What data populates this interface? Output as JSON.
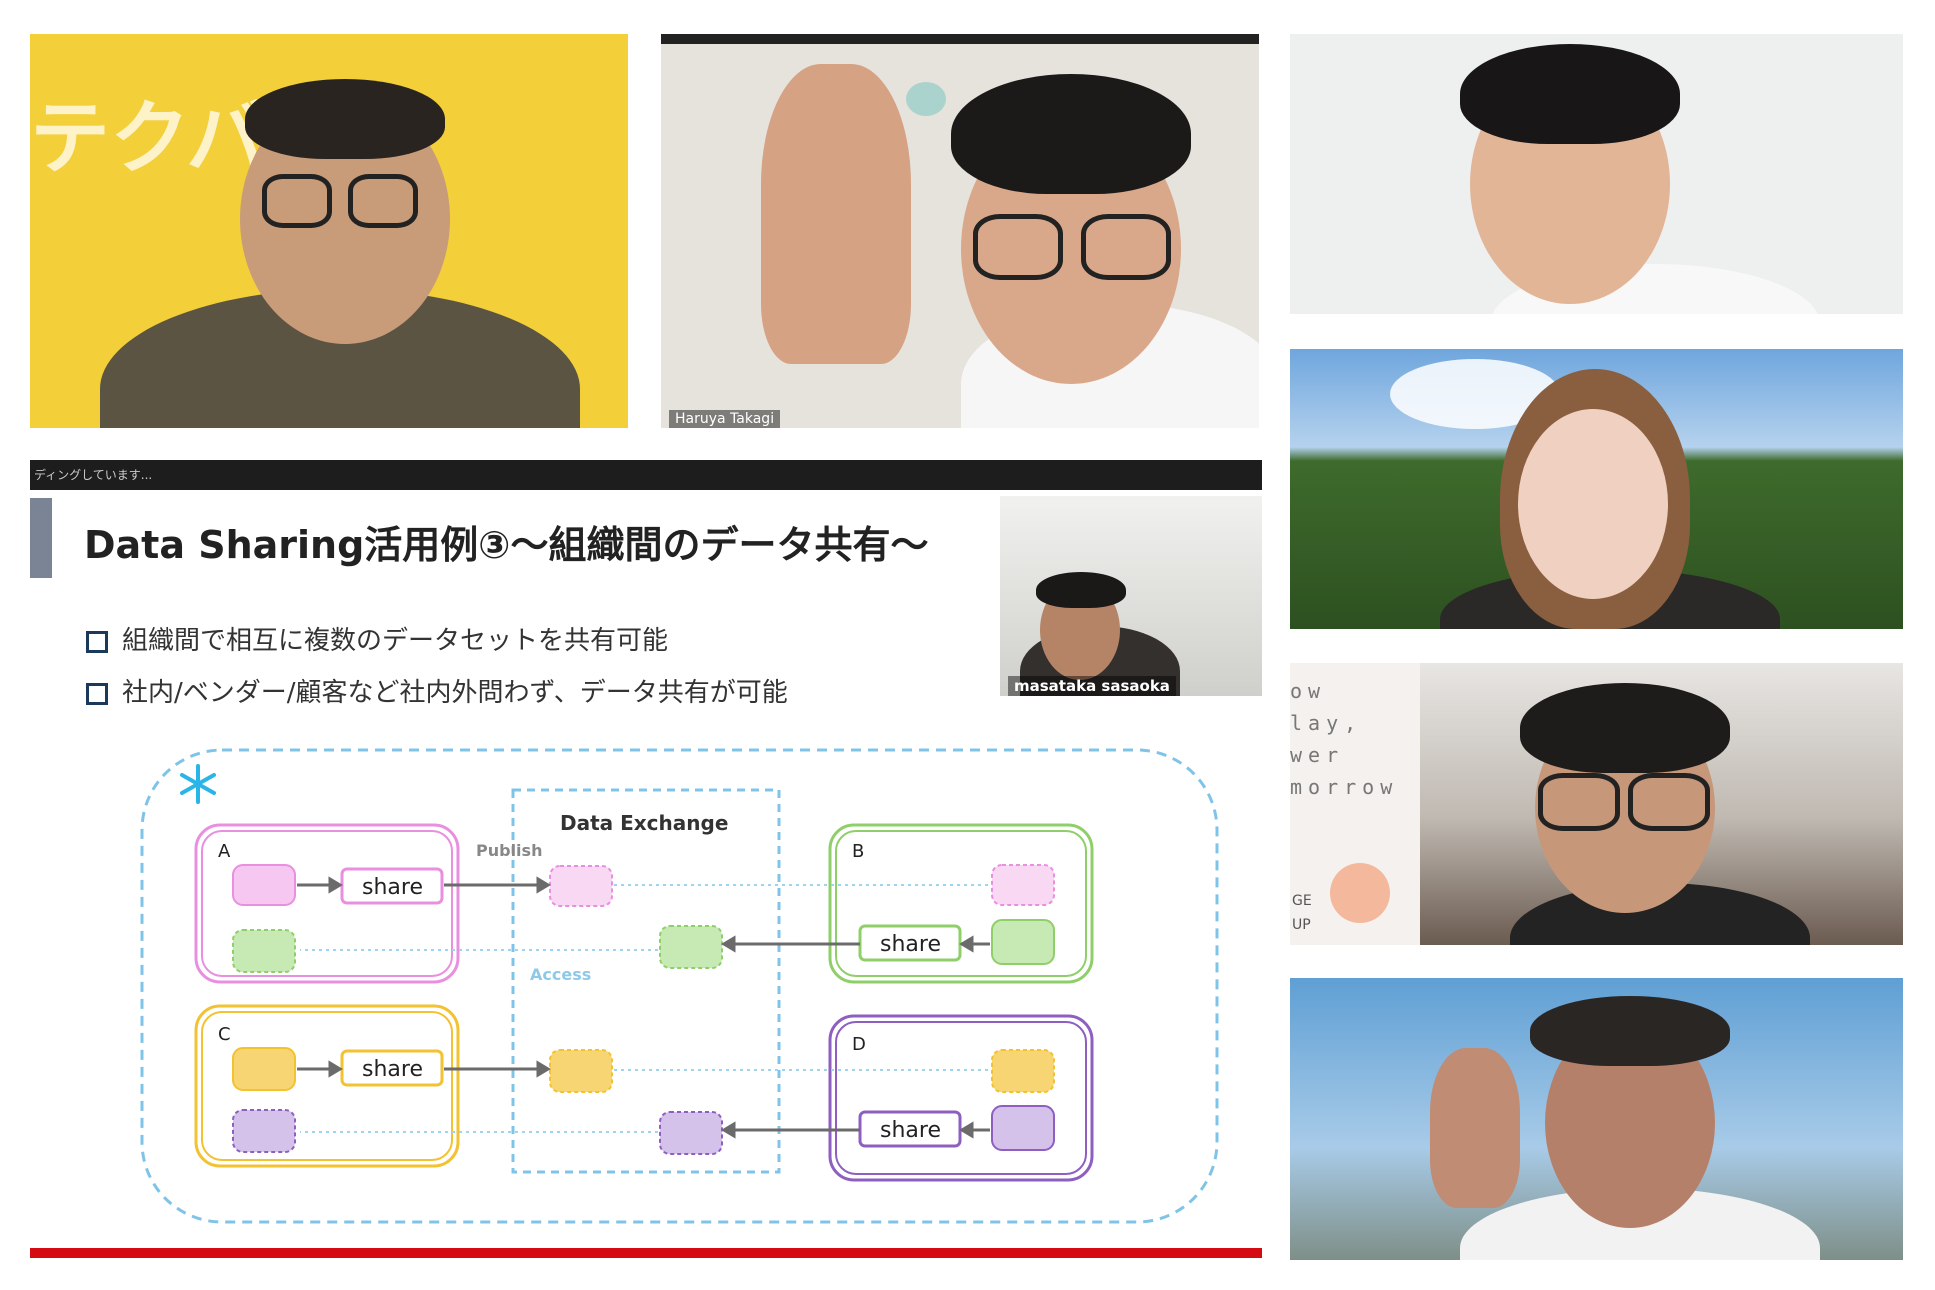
{
  "participants": [
    {
      "name": "",
      "background_text": "テクバタ"
    },
    {
      "name": "Haruya Takagi"
    },
    {
      "name": ""
    },
    {
      "name": ""
    },
    {
      "name": "",
      "background_text": [
        "ow",
        "lay,",
        "wer",
        "morrow",
        "GE",
        "UP"
      ]
    },
    {
      "name": ""
    }
  ],
  "screen_share": {
    "status_text": "ディングしています...",
    "title": "Data Sharing活用例③～組織間のデータ共有～",
    "bullets": [
      "組織間で相互に複数のデータセットを共有可能",
      "社内/ベンダー/顧客など社内外問わず、データ共有が可能"
    ],
    "presenter_name": "masataka sasaoka",
    "diagram": {
      "exchange_title": "Data Exchange",
      "publish_label": "Publish",
      "access_label": "Access",
      "org_a": "A",
      "org_b": "B",
      "org_c": "C",
      "org_d": "D",
      "share_label": "share"
    }
  },
  "colors": {
    "slide_red_line": "#d40b12",
    "org_a": "#e88fe0",
    "org_b": "#8fcf6a",
    "org_c": "#f2c230",
    "org_d": "#8e5fc0",
    "exchange": "#7fc4e8"
  }
}
